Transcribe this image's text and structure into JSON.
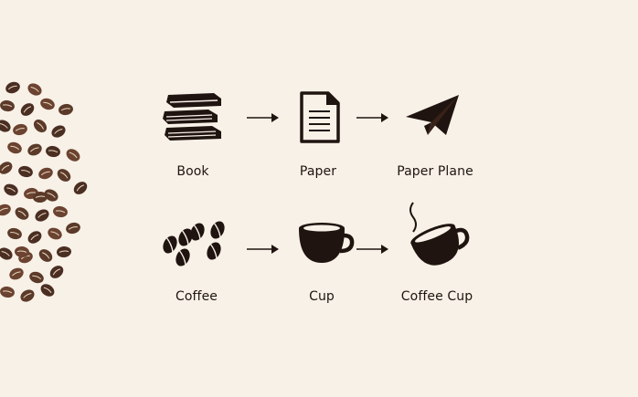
{
  "row1": {
    "items": [
      {
        "label": "Book",
        "icon": "books-icon"
      },
      {
        "label": "Paper",
        "icon": "document-icon"
      },
      {
        "label": "Paper Plane",
        "icon": "paper-plane-icon"
      }
    ]
  },
  "row2": {
    "items": [
      {
        "label": "Coffee",
        "icon": "coffee-beans-icon"
      },
      {
        "label": "Cup",
        "icon": "cup-icon"
      },
      {
        "label": "Coffee Cup",
        "icon": "steaming-cup-icon"
      }
    ]
  },
  "decoration": {
    "icon": "coffee-beans-pile"
  },
  "colors": {
    "background": "#f8f1e7",
    "ink": "#1f1410",
    "bean": "#5b3a29"
  }
}
